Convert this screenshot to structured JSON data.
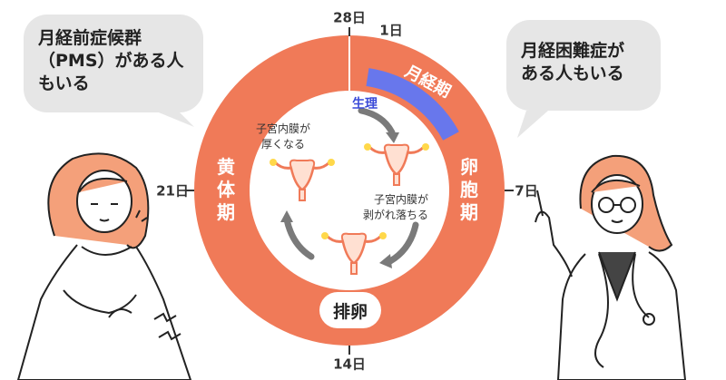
{
  "diagram": {
    "days": {
      "d1": "1日",
      "d7": "7日",
      "d14": "14日",
      "d21": "21日",
      "d28": "28日"
    },
    "phases": {
      "menstrual": "月経期",
      "follicular": [
        "卵",
        "胞",
        "期"
      ],
      "luteal": [
        "黄",
        "体",
        "期"
      ],
      "ovulation": "排卵"
    },
    "inner": {
      "period": "生理",
      "thickening": [
        "子宮内膜が",
        "厚くなる"
      ],
      "shedding": [
        "子宮内膜が",
        "剥がれ落ちる"
      ]
    },
    "colors": {
      "ring": "#f07a58",
      "menstrual_band": "#6877ec",
      "arrow": "#7a7a7a",
      "bubble": "#e6e6e6"
    }
  },
  "bubbles": {
    "left": [
      "月経前症候群",
      "（PMS）がある人",
      "もいる"
    ],
    "right": [
      "月経困難症が",
      "ある人もいる"
    ]
  },
  "icons": {
    "uterus": "uterus-icon",
    "arrows": "cycle-arrow-icon",
    "woman": "woman-in-pain-illustration",
    "doctor": "doctor-illustration"
  }
}
